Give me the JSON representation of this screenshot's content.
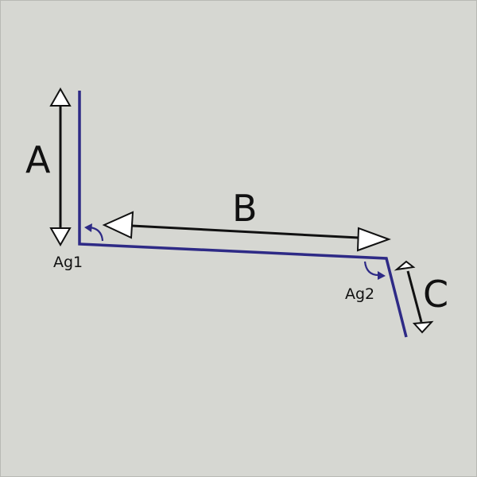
{
  "colors": {
    "background": "#d6d7d2",
    "profile": "#2e2a86",
    "dimension": "#111111",
    "arrow_fill": "#ffffff"
  },
  "labels": {
    "dimension_a": "A",
    "dimension_b": "B",
    "dimension_c": "C",
    "angle_1": "Ag1",
    "angle_2": "Ag2"
  }
}
